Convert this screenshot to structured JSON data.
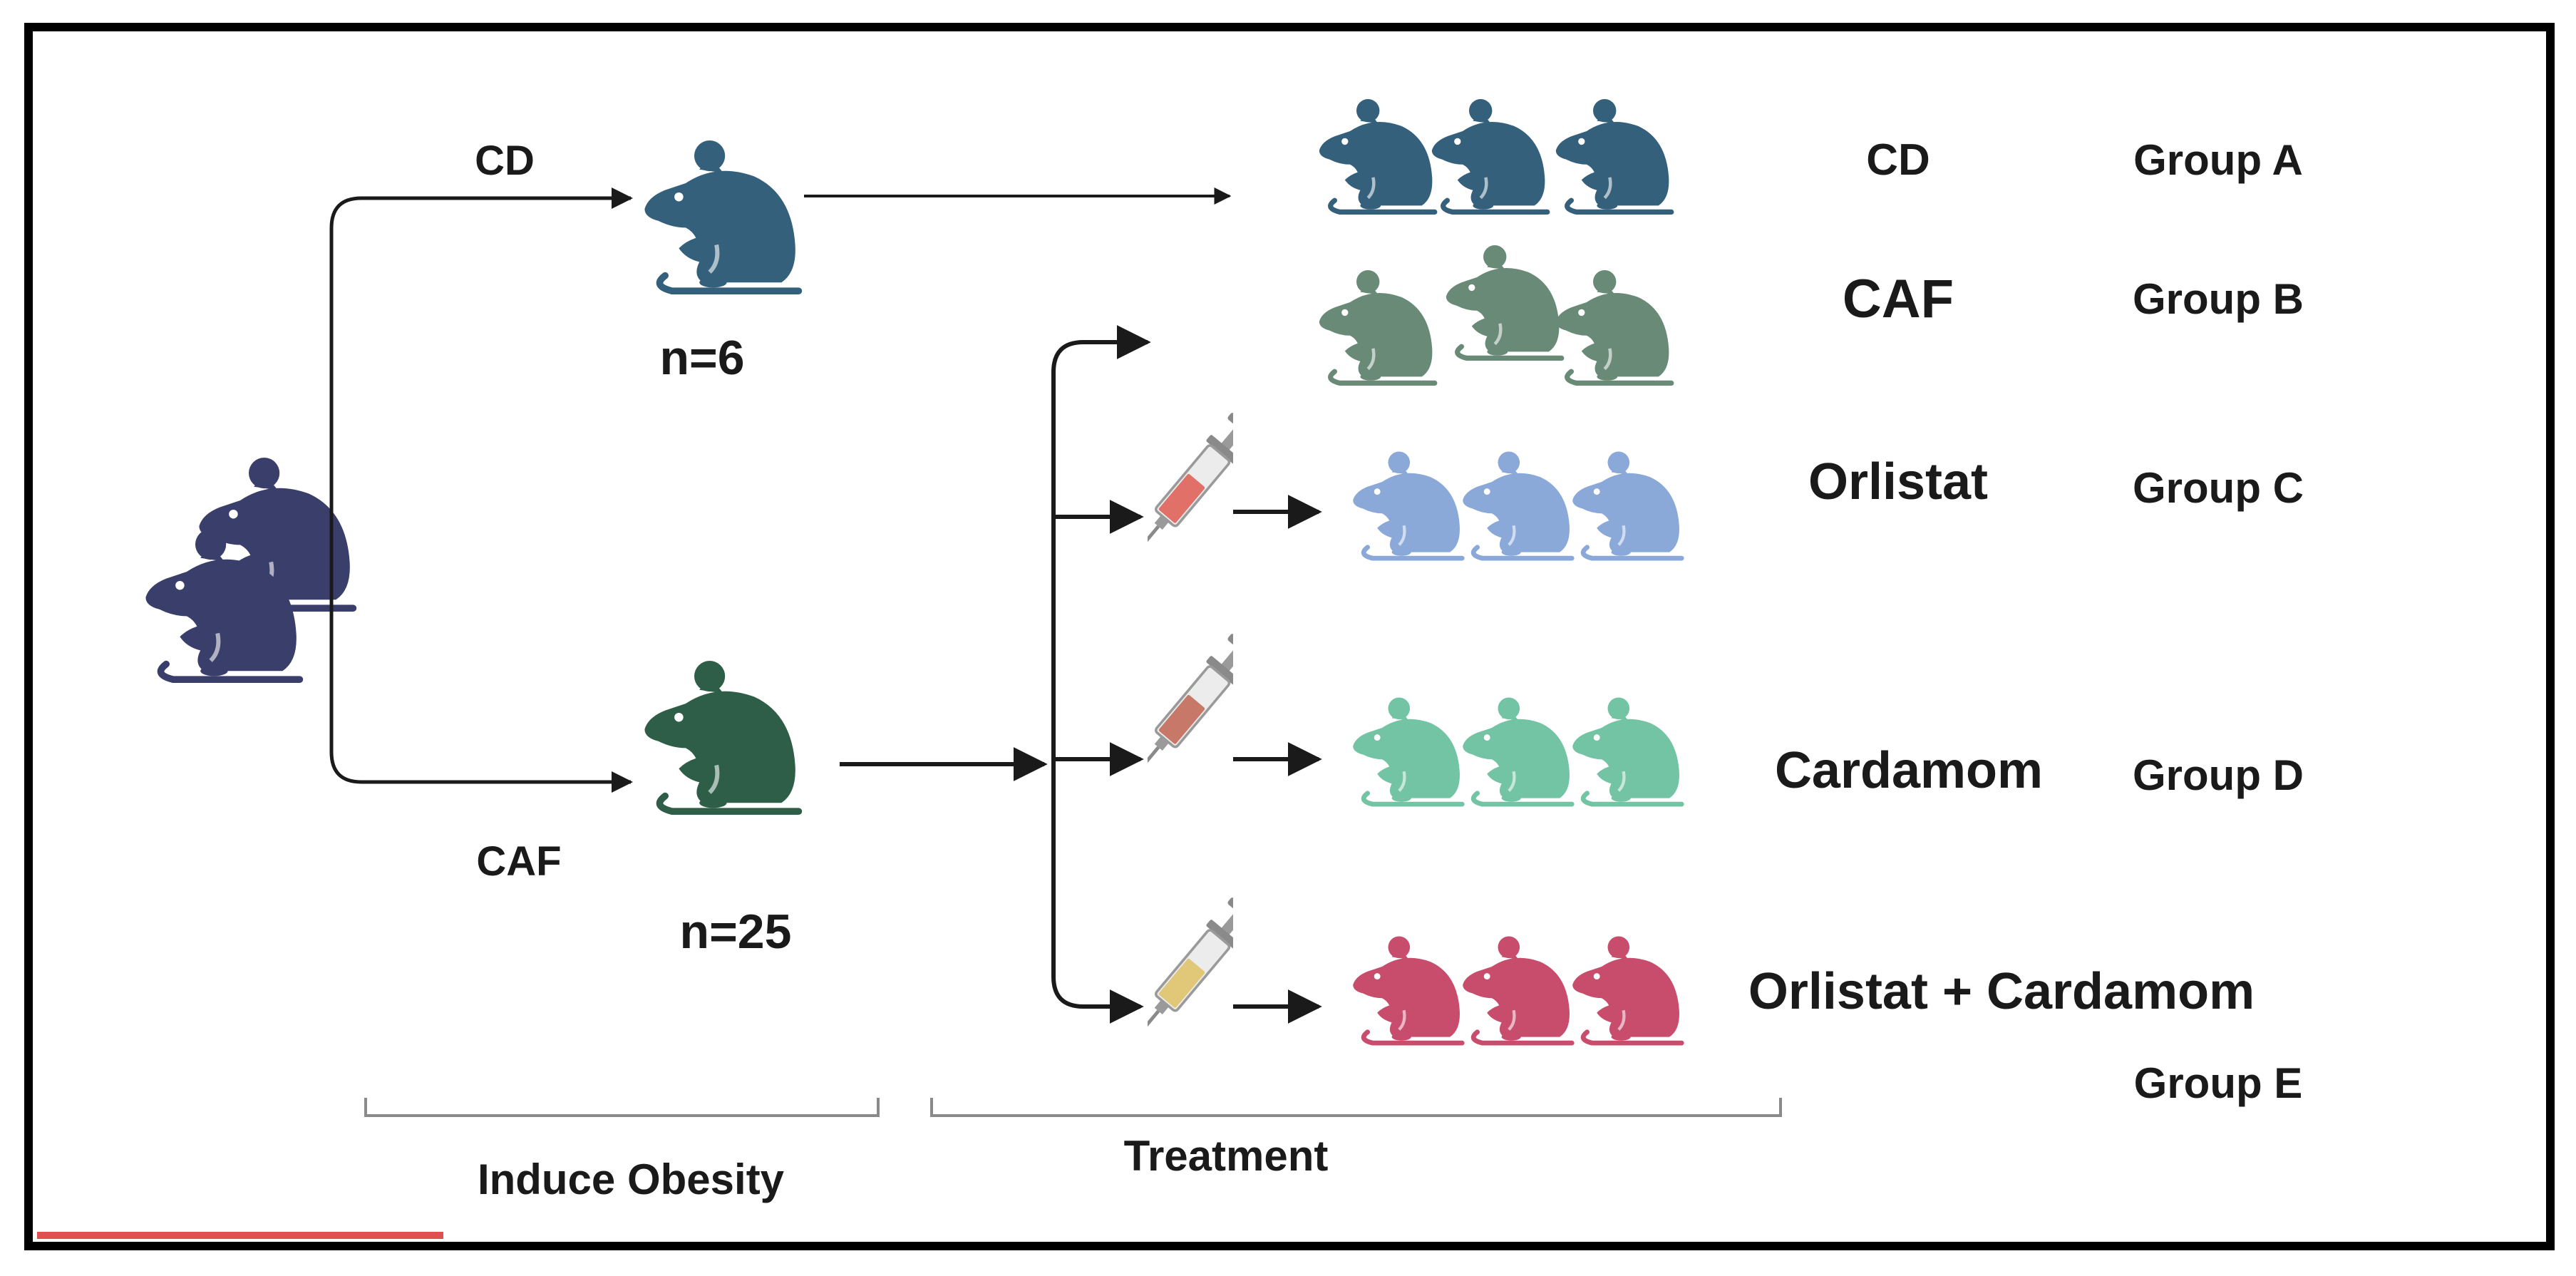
{
  "diagram": {
    "paths": {
      "control": "CD",
      "cafeteria": "CAF"
    },
    "counts": {
      "control_n": "n=6",
      "caf_n": "n=25"
    },
    "groups": [
      {
        "treatment": "CD",
        "group": "Group A",
        "color": "#34607c"
      },
      {
        "treatment": "CAF",
        "group": "Group B",
        "color": "#6a8a78"
      },
      {
        "treatment": "Orlistat",
        "group": "Group C",
        "color": "#8aa8d8"
      },
      {
        "treatment": "Cardamom",
        "group": "Group D",
        "color": "#72c4a4"
      },
      {
        "treatment": "Orlistat + Cardamom",
        "group": "Group E",
        "color": "#c84c6c"
      }
    ],
    "phases": {
      "induce": "Induce Obesity",
      "treatment": "Treatment"
    },
    "colors": {
      "start_rats": "#3a3e6a",
      "control_rat": "#34607c",
      "caf_rat": "#2e5e48",
      "syringe_orlistat": "#e07068",
      "syringe_cardamom": "#c87868",
      "syringe_combo": "#e0c878",
      "border": "#000000",
      "arrow": "#1a1a1a"
    }
  }
}
